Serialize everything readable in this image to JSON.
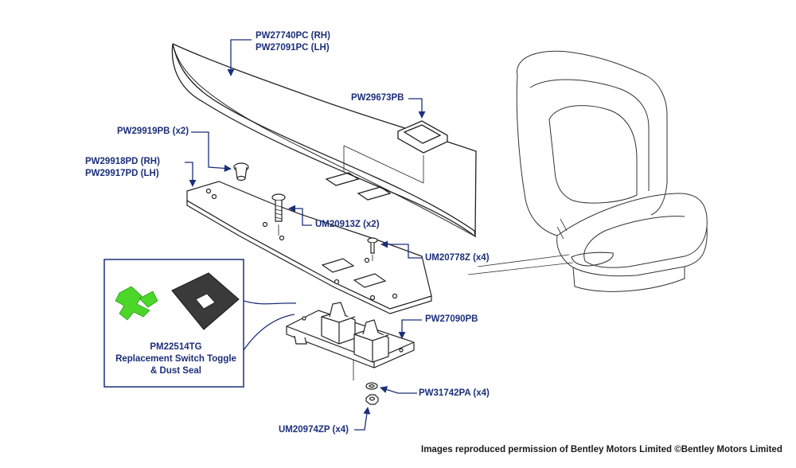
{
  "labels": {
    "trim_panel": [
      "PW27740PC (RH)",
      "PW27091PC (LH)"
    ],
    "bezel": "PW29673PB",
    "clip": "PW29919PB (x2)",
    "backing_plate": [
      "PW29918PD (RH)",
      "PW29917PD (LH)"
    ],
    "screw_large": "UM20913Z (x2)",
    "screw_small": "UM20778Z (x4)",
    "switch_assembly": "PW27090PB",
    "washer": "PW31742PA (x4)",
    "nut": "UM20974ZP (x4)"
  },
  "inset": {
    "part_number": "PM22514TG",
    "line2": "Replacement Switch Toggle",
    "line3": "& Dust Seal"
  },
  "credit": "Images reproduced permission of Bentley Motors Limited ©Bentley Motors Limited",
  "colors": {
    "label_blue": "#1c2f7a",
    "line": "#222222",
    "toggle_green": "#4cd62a",
    "seal_dark": "#3a3a3a"
  }
}
